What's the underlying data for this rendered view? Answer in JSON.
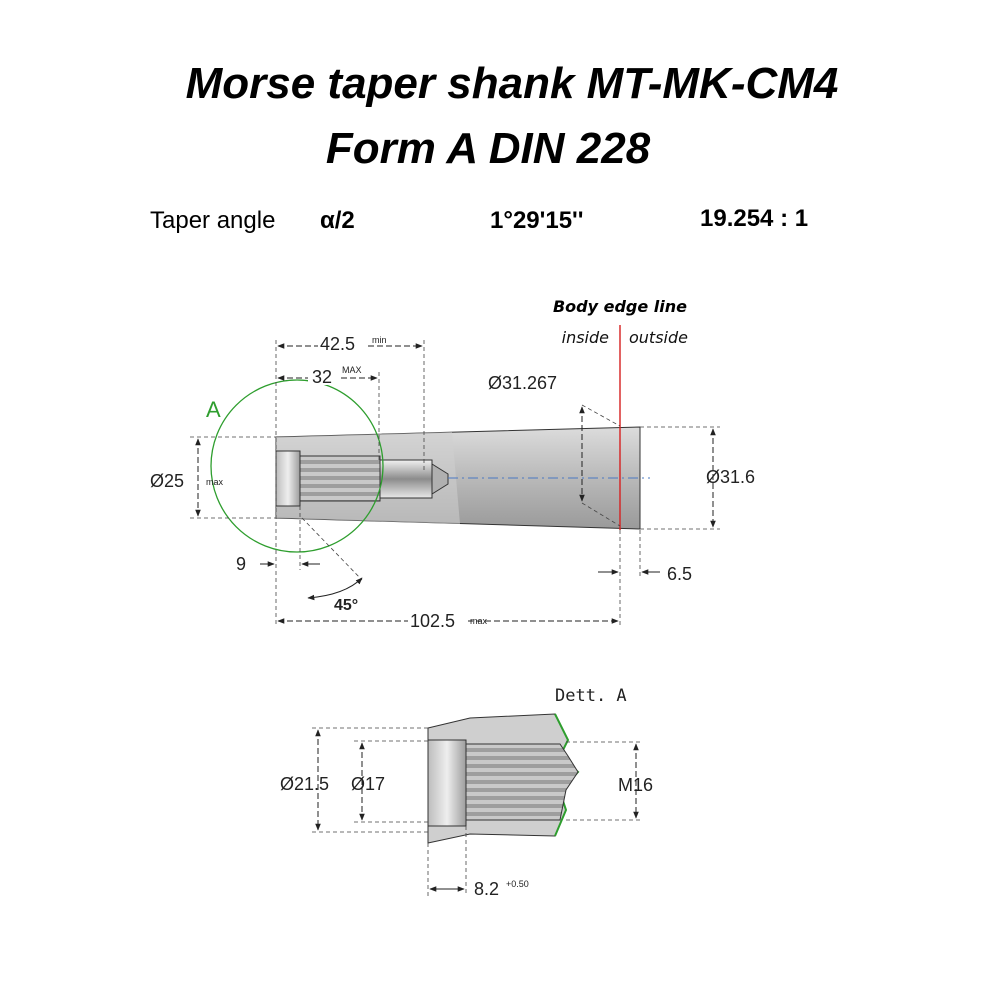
{
  "title": {
    "line1": "Morse taper shank MT-MK-CM4",
    "line2": "Form A DIN 228"
  },
  "taper": {
    "label": "Taper angle",
    "symbol": "α/2",
    "angle": "1°29'15''",
    "ratio": "19.254 : 1"
  },
  "body_edge": {
    "title": "Body edge line",
    "inside": "inside",
    "outside": "outside"
  },
  "main_view": {
    "detail_marker": "A",
    "dims": {
      "d425": "42.5",
      "d425_sup": "min",
      "d32": "32",
      "d32_sup": "MAX",
      "d31267": "Ø31.267",
      "d25": "Ø25",
      "d25_sup": "max",
      "d316": "Ø31.6",
      "d9": "9",
      "d45": "45°",
      "d65": "6.5",
      "d1025": "102.5",
      "d1025_sup": "max"
    }
  },
  "detail_view": {
    "title": "Dett. A",
    "dims": {
      "d215": "Ø21.5",
      "d17": "Ø17",
      "m16": "M16",
      "d82": "8.2",
      "d82_sup": "+0.50"
    }
  },
  "colors": {
    "detail_circle": "#2e9e2e",
    "body_edge_line": "#d62020",
    "centerline": "#4a78c2"
  }
}
